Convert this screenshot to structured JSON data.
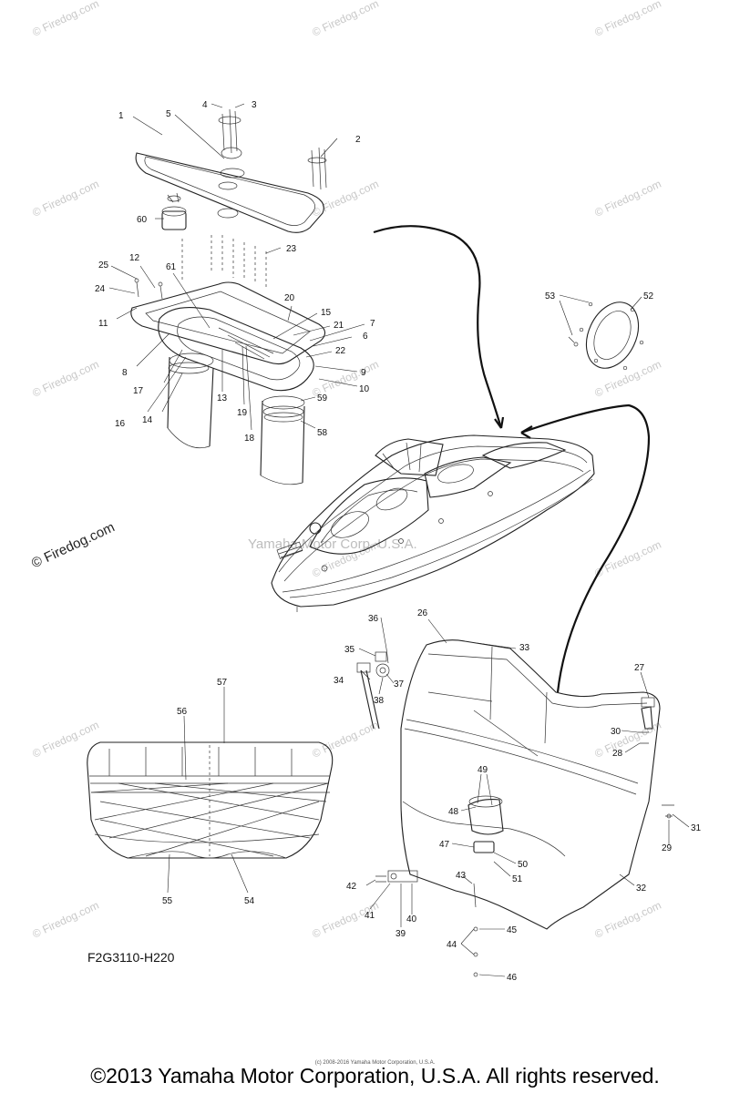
{
  "watermark": {
    "firedog": "© Firedog.com",
    "center": "Yamaha Motor Corp. U.S.A.",
    "fine_print": "(c) 2008-2016 Yamaha Motor Corporation, U.S.A."
  },
  "drawing_code": "F2G3110-H220",
  "footer": "©2013 Yamaha Motor Corporation, U.S.A. All rights reserved.",
  "callouts": [
    "1",
    "2",
    "3",
    "4",
    "5",
    "6",
    "7",
    "8",
    "9",
    "10",
    "11",
    "12",
    "13",
    "14",
    "15",
    "16",
    "17",
    "18",
    "19",
    "20",
    "21",
    "22",
    "23",
    "24",
    "25",
    "26",
    "27",
    "28",
    "29",
    "30",
    "31",
    "32",
    "33",
    "34",
    "35",
    "36",
    "37",
    "38",
    "39",
    "40",
    "41",
    "42",
    "43",
    "44",
    "45",
    "46",
    "47",
    "48",
    "49",
    "50",
    "51",
    "52",
    "53",
    "54",
    "55",
    "56",
    "57",
    "58",
    "59",
    "60",
    "61"
  ]
}
